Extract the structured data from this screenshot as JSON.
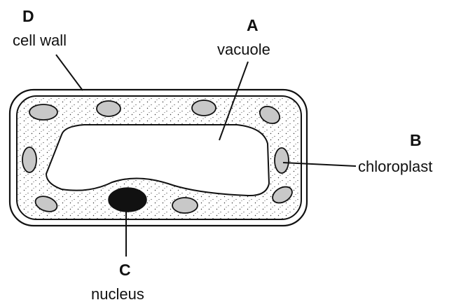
{
  "labels": {
    "D": {
      "letter": "D",
      "text": "cell wall"
    },
    "A": {
      "letter": "A",
      "text": "vacuole"
    },
    "B": {
      "letter": "B",
      "text": "chloroplast"
    },
    "C": {
      "letter": "C",
      "text": "nucleus"
    }
  },
  "colors": {
    "outline": "#111111",
    "chloroplast_fill": "#c8c8c8",
    "nucleus_fill": "#111111",
    "cytoplasm_stipple": "#333333",
    "background": "#ffffff"
  }
}
